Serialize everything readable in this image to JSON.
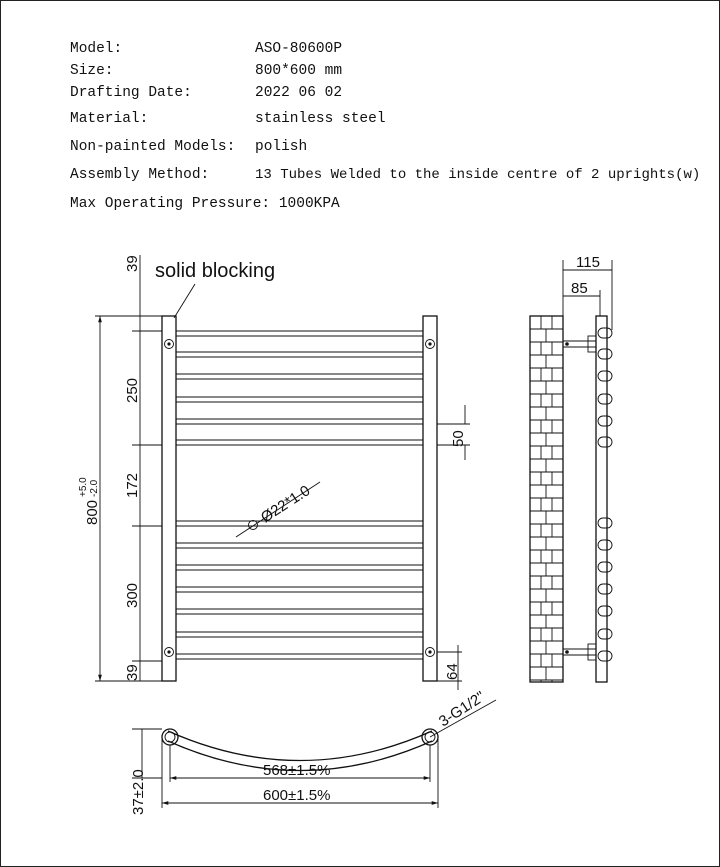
{
  "specs": {
    "model_label": "Model:",
    "model_value": "ASO-80600P",
    "size_label": "Size:",
    "size_value": "800*600 mm",
    "date_label": "Drafting Date:",
    "date_value": "2022 06 02",
    "material_label": "Material:",
    "material_value": "stainless steel",
    "nonpainted_label": "Non-painted Models:",
    "nonpainted_value": "polish",
    "assembly_label": "Assembly Method:",
    "assembly_value": "13 Tubes Welded to the inside centre of 2 uprights(w)",
    "pressure_line": "Max Operating Pressure: 1000KPA"
  },
  "front_view": {
    "solid_blocking": "solid blocking",
    "dim_top": "39",
    "dim_250": "250",
    "dim_172": "172",
    "dim_300": "300",
    "dim_bottom": "39",
    "dim_800": "800",
    "dim_800_plus": "+5.0",
    "dim_800_minus": "-2.0",
    "dim_50": "50",
    "dim_64": "64",
    "tube_diameter": "Ø22*1.0"
  },
  "side_view": {
    "dim_115": "115",
    "dim_85": "85"
  },
  "top_view": {
    "thread": "3-G1/2\"",
    "dim_568": "568±1.5%",
    "dim_600": "600±1.5%",
    "dim_37": "37±2.0"
  }
}
